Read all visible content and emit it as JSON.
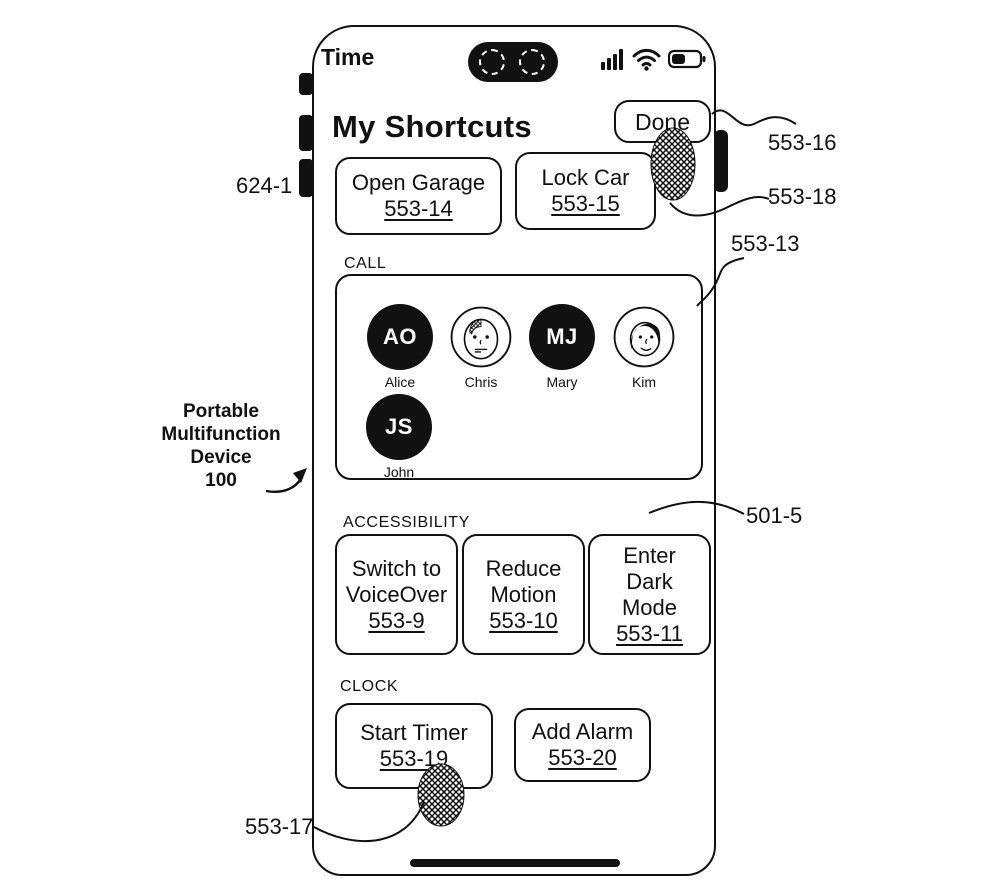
{
  "colors": {
    "ink": "#111111",
    "paper": "#ffffff"
  },
  "statusbar": {
    "time": "Time"
  },
  "screen": {
    "title": "My Shortcuts",
    "done_button": "Done",
    "top_shortcuts": [
      {
        "label": "Open Garage",
        "ref": "553-14"
      },
      {
        "label": "Lock Car",
        "ref": "553-15"
      }
    ],
    "call_section": {
      "heading": "CALL",
      "contacts": [
        {
          "initials": "AO",
          "name": "Alice",
          "variant": "filled"
        },
        {
          "initials": "",
          "name": "Chris",
          "variant": "face-male"
        },
        {
          "initials": "MJ",
          "name": "Mary",
          "variant": "filled"
        },
        {
          "initials": "",
          "name": "Kim",
          "variant": "face-female"
        },
        {
          "initials": "JS",
          "name": "John",
          "variant": "filled"
        }
      ]
    },
    "accessibility_section": {
      "heading": "ACCESSIBILITY",
      "buttons": [
        {
          "label": "Switch to VoiceOver",
          "ref": "553-9"
        },
        {
          "label": "Reduce Motion",
          "ref": "553-10"
        },
        {
          "label": "Enter Dark Mode",
          "ref": "553-11"
        }
      ]
    },
    "clock_section": {
      "heading": "CLOCK",
      "buttons": [
        {
          "label": "Start Timer",
          "ref": "553-19"
        },
        {
          "label": "Add Alarm",
          "ref": "553-20"
        }
      ]
    }
  },
  "annotations": {
    "device_label": {
      "lines": [
        "Portable",
        "Multifunction",
        "Device",
        "100"
      ]
    },
    "refs": {
      "side_button": "624-1",
      "done_button": "553-16",
      "done_touch": "553-18",
      "call_section": "553-13",
      "screen": "501-5",
      "timer_touch": "553-17"
    }
  }
}
